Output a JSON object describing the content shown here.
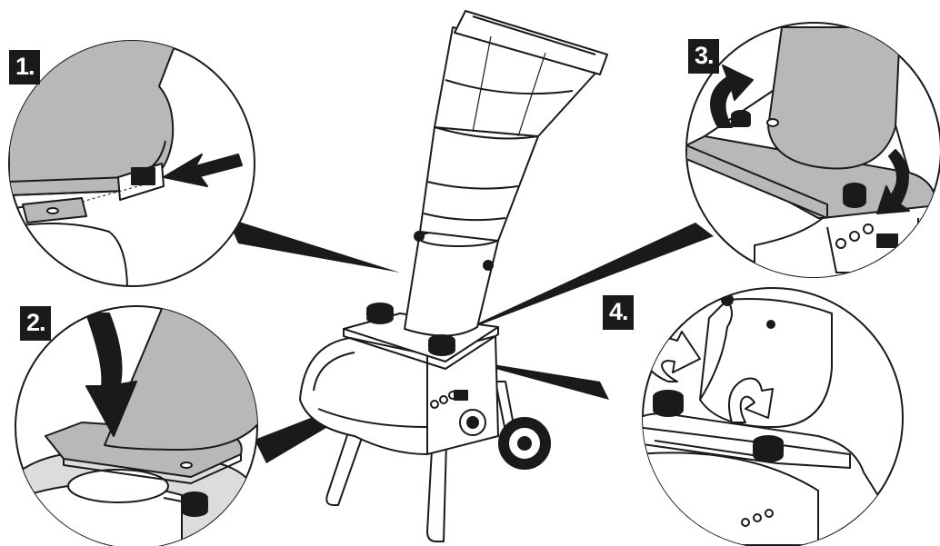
{
  "steps": [
    {
      "label": "1.",
      "icon": "arrow-insert-icon"
    },
    {
      "label": "2.",
      "icon": "arrow-down-icon"
    },
    {
      "label": "3.",
      "icon": "rotate-arrows-icon"
    },
    {
      "label": "4.",
      "icon": "rotate-arrows-icon"
    }
  ],
  "colors": {
    "ink": "#1a1a1a",
    "fill": "#ffffff",
    "shade": "#b8b8b8",
    "light_shade": "#dcdcdc"
  }
}
